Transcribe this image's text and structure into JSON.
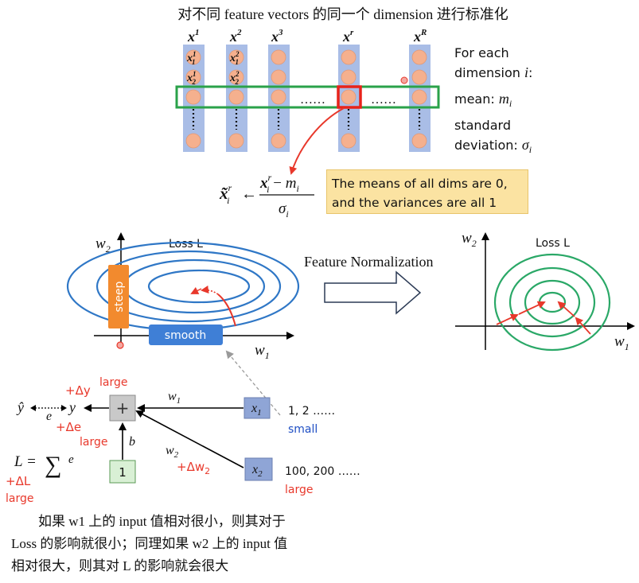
{
  "top": {
    "title": "对不同 feature vectors 的同一个 dimension 进行标准化",
    "vectors": [
      {
        "label": "x",
        "sup": "1",
        "items": [
          {
            "b": "x",
            "sub": "1",
            "sup": "1"
          },
          {
            "b": "x",
            "sub": "2",
            "sup": "1"
          }
        ]
      },
      {
        "label": "x",
        "sup": "2",
        "items": [
          {
            "b": "x",
            "sub": "1",
            "sup": "2"
          },
          {
            "b": "x",
            "sub": "2",
            "sup": "2"
          }
        ]
      },
      {
        "label": "x",
        "sup": "3",
        "items": []
      },
      {
        "label": "x",
        "sup": "r",
        "items": []
      },
      {
        "label": "x",
        "sup": "R",
        "items": []
      }
    ],
    "ellipsis": "……",
    "for_each": "For each",
    "dimension": "dimension",
    "dim_var": "i",
    "mean_label": "mean:",
    "mean_var": "m",
    "std_label_1": "standard",
    "std_label_2": "deviation:",
    "std_var": "σ",
    "formula": {
      "lhs": "x̃",
      "lhs_sup": "r",
      "lhs_sub": "i",
      "arrow": "←",
      "num_x": "x",
      "num_sup": "r",
      "num_sub": "i",
      "minus": " − ",
      "num_m": "m",
      "num_m_sub": "i",
      "den": "σ",
      "den_sub": "i"
    },
    "note_line1": "The means of all dims are 0,",
    "note_line2": "and the variances are all 1"
  },
  "middle": {
    "left_plot": {
      "y_axis": "w",
      "y_sub": "2",
      "x_axis": "w",
      "x_sub": "1",
      "title": "Loss L",
      "steep": "steep",
      "smooth": "smooth"
    },
    "arrow_label": "Feature Normalization",
    "right_plot": {
      "y_axis": "w",
      "y_sub": "2",
      "x_axis": "w",
      "x_sub": "1",
      "title": "Loss L"
    }
  },
  "graph": {
    "yhat": "ŷ",
    "e": "e",
    "y": "y",
    "plus": "+",
    "w1": "w",
    "w1_sub": "1",
    "w2": "w",
    "w2_sub": "2",
    "b": "b",
    "one": "1",
    "x1": "x",
    "x1_sub": "1",
    "x2": "x",
    "x2_sub": "2",
    "x1_vals": "1, 2 ……",
    "x1_size": "small",
    "x2_vals": "100, 200 ……",
    "x2_size": "large",
    "delta_y": "+Δy",
    "large_y": "large",
    "delta_e": "+Δe",
    "large_e": "large",
    "delta_w2": "+Δw",
    "delta_w2_sub": "2",
    "loss": "L = ",
    "sum": "∑",
    "sum_e": "e",
    "delta_L": "+ΔL",
    "large_L": "large"
  },
  "caption": {
    "line1": "如果 w1 上的 input 值相对很小，则其对于",
    "line2": "Loss 的影响就很小；同理如果 w2 上的 input 值",
    "line3": "相对很大，则其对 L 的影响就会很大"
  },
  "colors": {
    "column": "#a9bde6",
    "dot": "#f5b08e",
    "highlight_row": "#2aa24a",
    "highlight_cell": "#e8231a",
    "contour_left": "#2f77c6",
    "contour_right": "#2aa867",
    "steep": "#f28a2e",
    "smooth": "#3f7fd6",
    "accent_red": "#e8382b",
    "accent_blue": "#1f4fc4"
  }
}
